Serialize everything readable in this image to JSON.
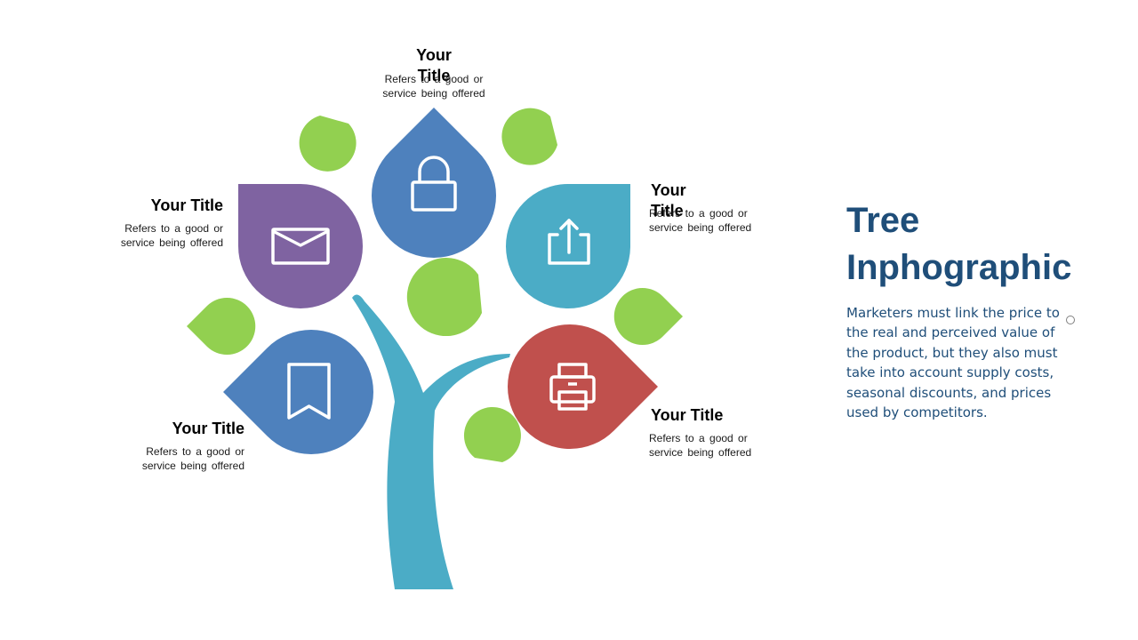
{
  "heading": {
    "title": "Tree Inphographic",
    "description": "Marketers must link the price to the real and perceived value of the product, but they also must take into account supply costs, seasonal discounts, and prices used by competitors."
  },
  "nodes": [
    {
      "id": "top",
      "title": "Your Title",
      "text": "Refers to a good or service being offered",
      "icon": "lock-icon",
      "color": "#4e81bd"
    },
    {
      "id": "left-upper",
      "title": "Your Title",
      "text": "Refers to a good or service being offered",
      "icon": "envelope-icon",
      "color": "#7f63a1"
    },
    {
      "id": "right-upper",
      "title": "Your Title",
      "text": "Refers to a good or service being offered",
      "icon": "share-icon",
      "color": "#4bacc6"
    },
    {
      "id": "left-lower",
      "title": "Your Title",
      "text": "Refers to a good or service being offered",
      "icon": "bookmark-icon",
      "color": "#4e81bd"
    },
    {
      "id": "right-lower",
      "title": "Your Title",
      "text": "Refers to a good or service being offered",
      "icon": "printer-icon",
      "color": "#c0504d"
    }
  ],
  "colors": {
    "leaf": "#92d050",
    "trunk": "#4bacc6",
    "title_text": "#1f4e79"
  }
}
